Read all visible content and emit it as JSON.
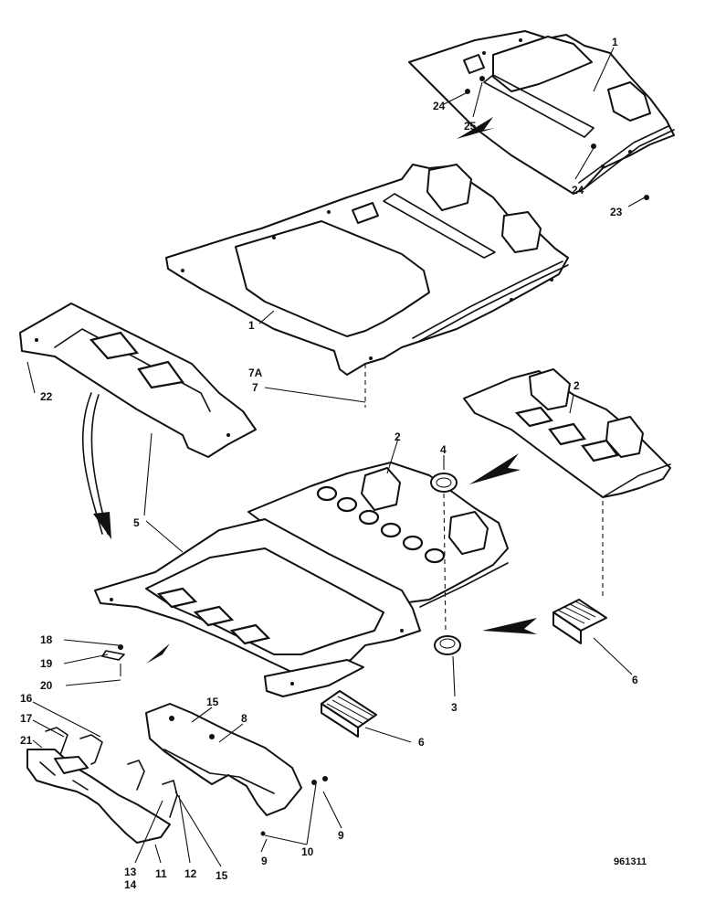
{
  "labels": {
    "l1a": "1",
    "l24a": "24",
    "l25": "25",
    "l24b": "24",
    "l23": "23",
    "l1b": "1",
    "l22": "22",
    "l7a": "7A",
    "l7": "7",
    "l2a": "2",
    "l2b": "2",
    "l4": "4",
    "l5": "5",
    "l18": "18",
    "l19": "19",
    "l20": "20",
    "l6a": "6",
    "l3": "3",
    "l6b": "6",
    "l16": "16",
    "l15a": "15",
    "l8": "8",
    "l17": "17",
    "l21": "21",
    "l9a": "9",
    "l10": "10",
    "l9b": "9",
    "l13": "13",
    "l14": "14",
    "l11": "11",
    "l12": "12",
    "l15b": "15"
  },
  "drawing_ref": "961311"
}
